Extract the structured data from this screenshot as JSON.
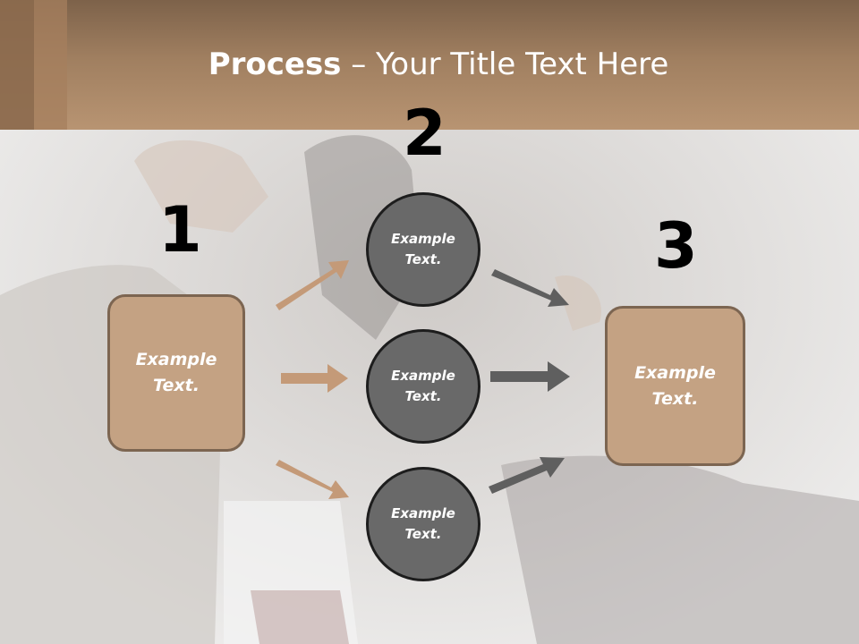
{
  "header": {
    "title_bold": "Process",
    "title_rest": " – Your Title Text Here"
  },
  "steps": [
    {
      "number": "1",
      "label": "Example Text."
    },
    {
      "number": "2",
      "label_top": "Example Text.",
      "label_mid": "Example Text.",
      "label_bot": "Example Text."
    },
    {
      "number": "3",
      "label": "Example Text."
    }
  ],
  "colors": {
    "box_fill": "#c4a283",
    "circle_fill": "#696969",
    "arrow_brown": "#c49a78",
    "arrow_gray": "#5f5f5f"
  }
}
